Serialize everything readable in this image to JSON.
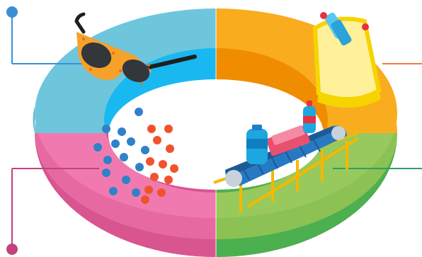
{
  "diagram": {
    "type": "four-segment ring infographic (recycling cycle)",
    "segments": [
      {
        "position": "top-left",
        "color": "#6ec6dd",
        "inner_color": "#19b8f0",
        "illustration": "sunglasses-icon"
      },
      {
        "position": "top-right",
        "color": "#f9ad1e",
        "inner_color": "#f08c00",
        "illustration": "collection-bag-icon"
      },
      {
        "position": "bottom-left",
        "color": "#e66aa1",
        "inner_color": "#d9558f",
        "illustration": "plastic-flakes-icon"
      },
      {
        "position": "bottom-right",
        "color": "#8cc153",
        "inner_color": "#4caf50",
        "illustration": "conveyor-belt-icon"
      }
    ],
    "callouts": [
      {
        "corner": "top-left",
        "color": "#3a8fd6"
      },
      {
        "corner": "top-right",
        "color": "#ef7d3c"
      },
      {
        "corner": "bottom-left",
        "color": "#c2417e"
      },
      {
        "corner": "bottom-right",
        "color": "#2e9e6b"
      }
    ]
  }
}
